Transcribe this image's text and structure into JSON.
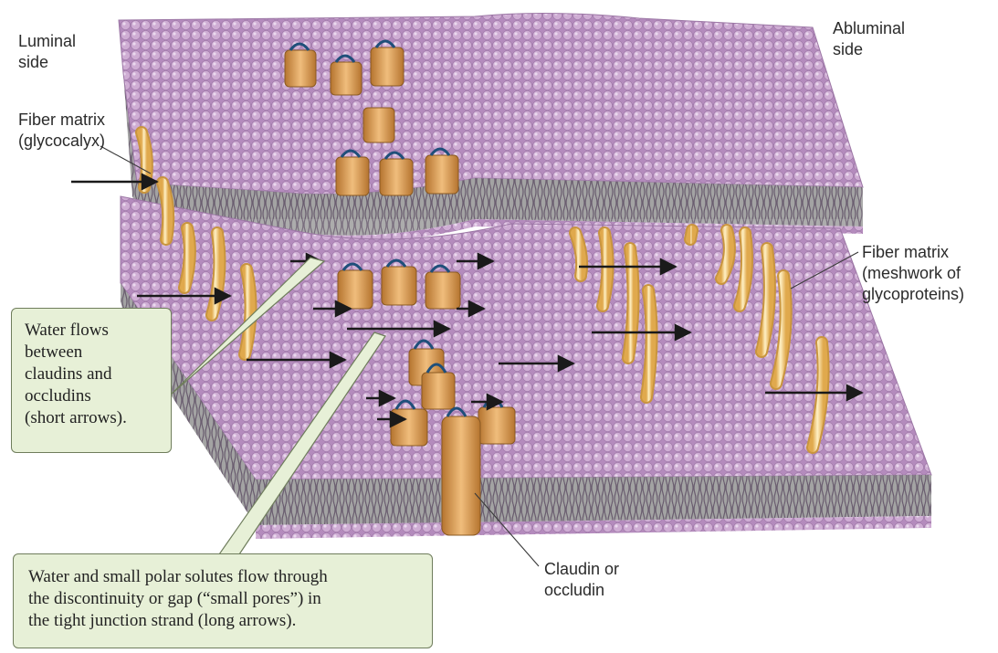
{
  "labels": {
    "luminal": "Luminal\nside",
    "abluminal": "Abluminal\nside",
    "fiber_glycocalyx": "Fiber matrix\n(glycocalyx)",
    "fiber_glycoproteins": "Fiber matrix\n(meshwork of\nglycoproteins)",
    "claudin": "Claudin or\noccludin"
  },
  "callouts": {
    "short_arrows": "Water flows\nbetween\nclaudins and\noccludins\n(short arrows).",
    "long_arrows": "Water and small polar solutes flow through\nthe discontinuity or gap (“small pores”) in\nthe tight junction strand (long arrows)."
  },
  "colors": {
    "lipid_head": "#c9a6cf",
    "membrane_top": "#b68fbf",
    "membrane_side": "#9e9e9e",
    "protein": "#e0a25e",
    "fiber": "#f7d487",
    "callout_fill": "#e7f0d7",
    "arrow": "#1a1a1a"
  },
  "icons": [
    "lipid-bilayer-icon",
    "claudin-protein-icon",
    "arrow-icon",
    "fiber-strand-icon"
  ]
}
